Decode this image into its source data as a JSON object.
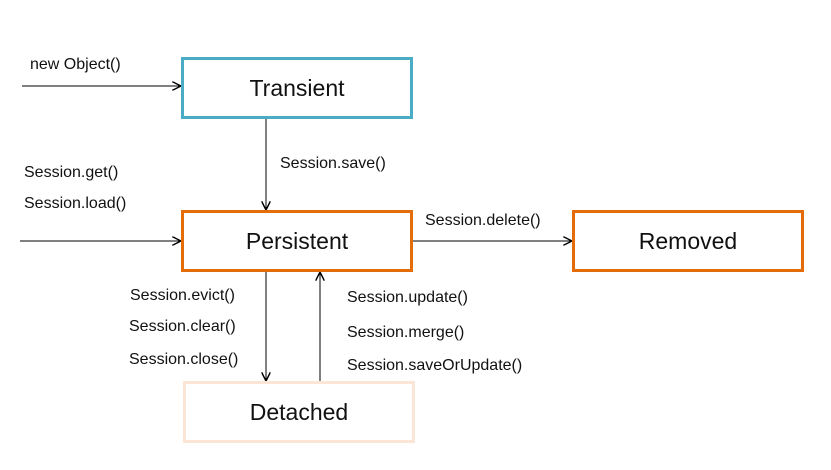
{
  "states": {
    "transient": "Transient",
    "persistent": "Persistent",
    "removed": "Removed",
    "detached": "Detached"
  },
  "transitions": {
    "new_object": "new Object()",
    "save": "Session.save()",
    "get": "Session.get()",
    "load": "Session.load()",
    "delete": "Session.delete()",
    "evict": "Session.evict()",
    "clear": "Session.clear()",
    "close": "Session.close()",
    "update": "Session.update()",
    "merge": "Session.merge()",
    "save_or_update": "Session.saveOrUpdate()"
  },
  "colors": {
    "transient_border": "#4bacc6",
    "persistent_border": "#e46c0a",
    "removed_border": "#e46c0a",
    "detached_border": "#fbe5d6",
    "arrow": "#000000"
  }
}
